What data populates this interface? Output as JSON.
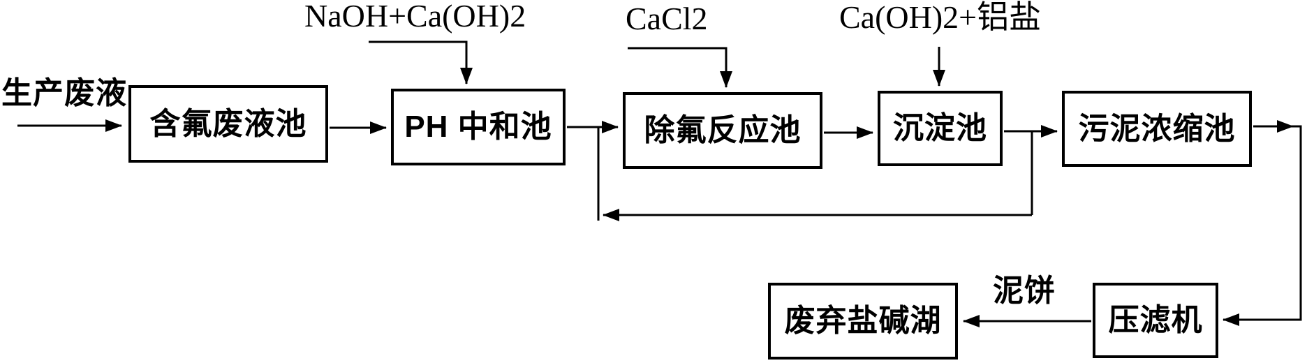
{
  "flow": {
    "influent_label": "生产废液",
    "mud_cake_label": "泥饼",
    "reagents": {
      "neutralizer": "NaOH+Ca(OH)2",
      "chloride": "CaCl2",
      "coagulant": "Ca(OH)2+铝盐"
    },
    "nodes": {
      "fluoride_tank": "含氟废液池",
      "ph_tank": "PH 中和池",
      "defluor_tank": "除氟反应池",
      "sediment_tank": "沉淀池",
      "sludge_tank": "污泥浓缩池",
      "waste_lake": "废弃盐碱湖",
      "filter_press": "压滤机"
    },
    "colors": {
      "ink": "#000000",
      "background": "#ffffff"
    }
  }
}
